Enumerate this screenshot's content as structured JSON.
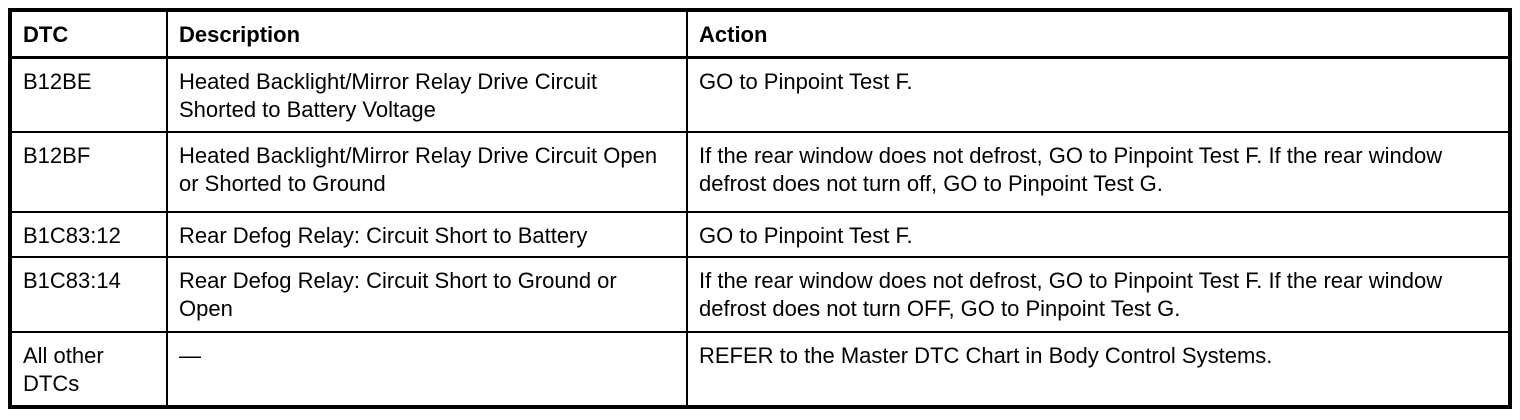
{
  "table": {
    "columns": [
      "DTC",
      "Description",
      "Action"
    ],
    "rows": [
      {
        "dtc": "B12BE",
        "description": "Heated Backlight/Mirror Relay Drive Circuit Shorted to Battery Voltage",
        "action": "GO to Pinpoint Test F."
      },
      {
        "dtc": "B12BF",
        "description": "Heated Backlight/Mirror Relay Drive Circuit Open or Shorted to Ground",
        "action": "If the rear window does not defrost, GO to Pinpoint Test F. If the rear window defrost does not turn off, GO to Pinpoint Test G."
      },
      {
        "dtc": "B1C83:12",
        "description": "Rear Defog Relay: Circuit Short to Battery",
        "action": "GO to Pinpoint Test F."
      },
      {
        "dtc": "B1C83:14",
        "description": "Rear Defog Relay: Circuit Short to Ground or Open",
        "action": "If the rear window does not defrost, GO to Pinpoint Test F. If the rear window defrost does not turn OFF, GO to Pinpoint Test G."
      },
      {
        "dtc": "All other DTCs",
        "description": "—",
        "action": "REFER to the Master DTC Chart in Body Control Systems."
      }
    ],
    "colors": {
      "border": "#000000",
      "text": "#000000",
      "background": "#ffffff"
    }
  }
}
